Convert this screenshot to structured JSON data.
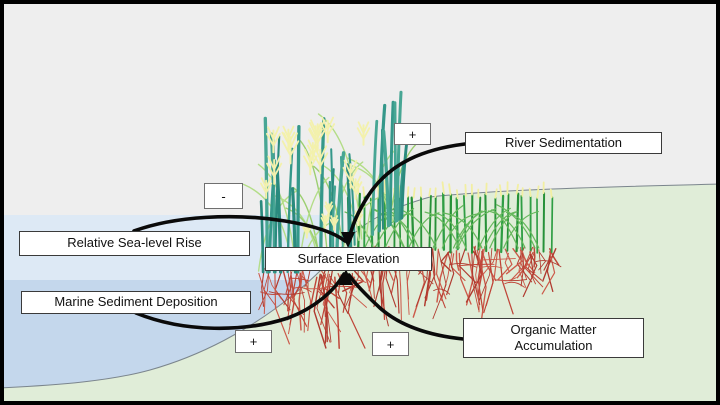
{
  "diagram": {
    "title_hint": "Marsh surface elevation feedback diagram",
    "nodes": {
      "relative_sea_level_rise": {
        "label": "Relative Sea-level Rise",
        "sign": "-"
      },
      "marine_sediment_deposition": {
        "label": "Marine Sediment Deposition",
        "sign": "+"
      },
      "river_sedimentation": {
        "label": "River Sedimentation",
        "sign": "+"
      },
      "organic_matter_accumulation": {
        "label": "Organic Matter Accumulation",
        "sign": "+"
      },
      "surface_elevation": {
        "label": "Surface Elevation"
      }
    }
  },
  "scene": {
    "colors": {
      "sky": "#eeeeee",
      "water_upper": "#dde9f5",
      "water_lower": "#c4d7ec",
      "land": "#e0edd8",
      "land_line": "#7b858d",
      "reed_teal_dark": "#2a8a7e",
      "reed_teal": "#35988a",
      "reed_teal_light": "#47a694",
      "sprig_yellow": "#f3f1ac",
      "blade_light_green": "#9ccf70",
      "blade_light_green2": "#b3dd87",
      "grass_green": "#2f9e44",
      "grass_green_dark": "#279138",
      "grass_arc": "#66b85c",
      "grass_tip_yellow": "#f2efa2",
      "root_red": "#bf4538",
      "root_red_dark": "#b03a2f",
      "root_red_light": "#cc5a4a",
      "arrow_black": "#0a0a0a",
      "frame_border": "#000000"
    }
  }
}
